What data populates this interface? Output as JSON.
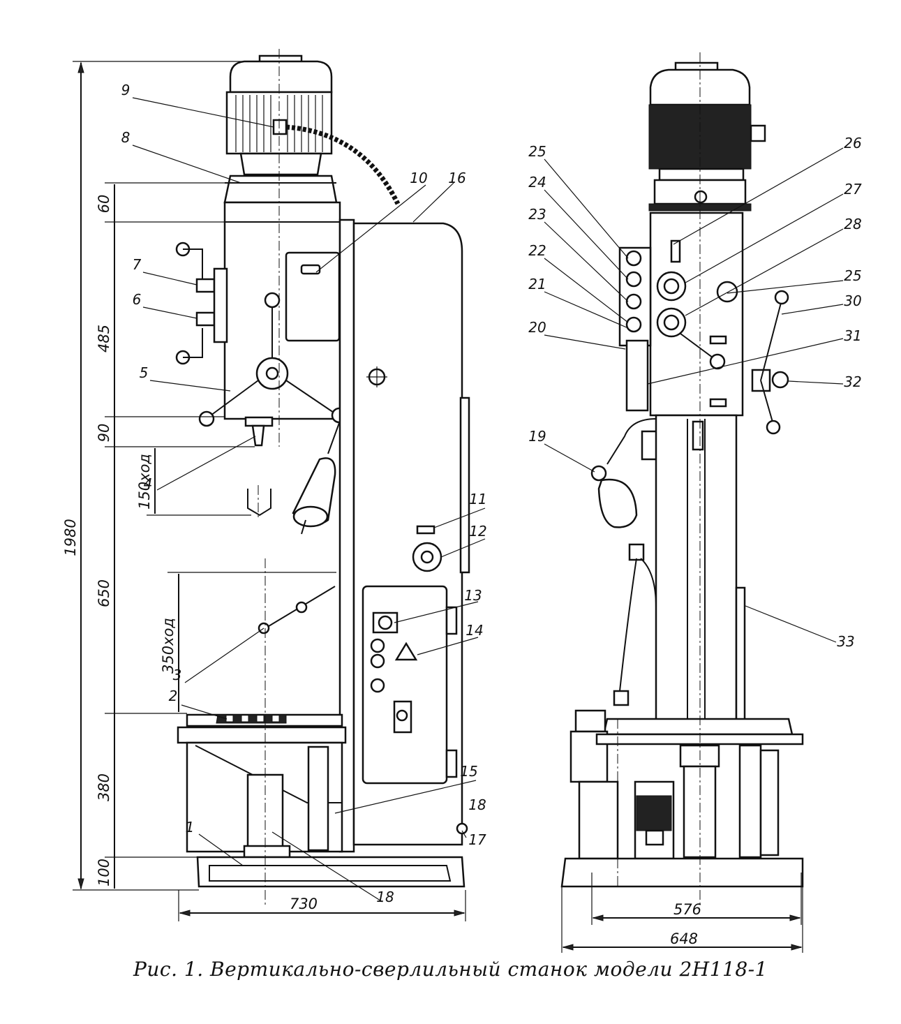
{
  "caption": "Рис. 1. Вертикально-сверлильный станок модели 2Н118-1",
  "dimensions": {
    "overall_height": "1980",
    "h_60": "60",
    "h_485": "485",
    "h_90": "90",
    "stroke_150": "150ход",
    "h_650": "650",
    "stroke_350": "350ход",
    "h_380": "380",
    "h_100": "100",
    "width_730": "730",
    "width_576": "576",
    "width_648": "648"
  },
  "callouts": {
    "c1": "1",
    "c2": "2",
    "c3": "3",
    "c4": "4",
    "c5": "5",
    "c6": "6",
    "c7": "7",
    "c8": "8",
    "c9": "9",
    "c10": "10",
    "c11": "11",
    "c12": "12",
    "c13": "13",
    "c14": "14",
    "c15": "15",
    "c16": "16",
    "c17": "17",
    "c18": "18",
    "c18b": "18",
    "c19": "19",
    "c20": "20",
    "c21": "21",
    "c22": "22",
    "c23": "23",
    "c24": "24",
    "c25": "25",
    "c25b": "25",
    "c26": "26",
    "c27": "27",
    "c28": "28",
    "c30": "30",
    "c31": "31",
    "c32": "32",
    "c33": "33"
  }
}
